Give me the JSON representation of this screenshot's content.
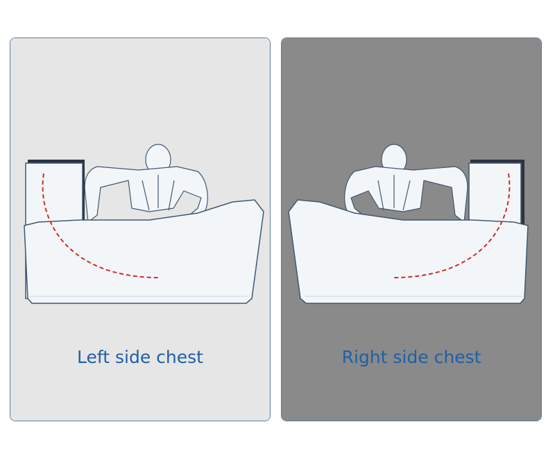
{
  "panels": [
    {
      "id": "left",
      "caption": "Left side chest",
      "background": "#e6e6e6"
    },
    {
      "id": "right",
      "caption": "Right side chest",
      "background": "#8a8a8a"
    }
  ],
  "colors": {
    "caption": "#1f5fa8",
    "border": "#5b7ea0",
    "outline": "#3f5770",
    "fill": "#f3f6f9",
    "arc": "#d02a2a"
  }
}
